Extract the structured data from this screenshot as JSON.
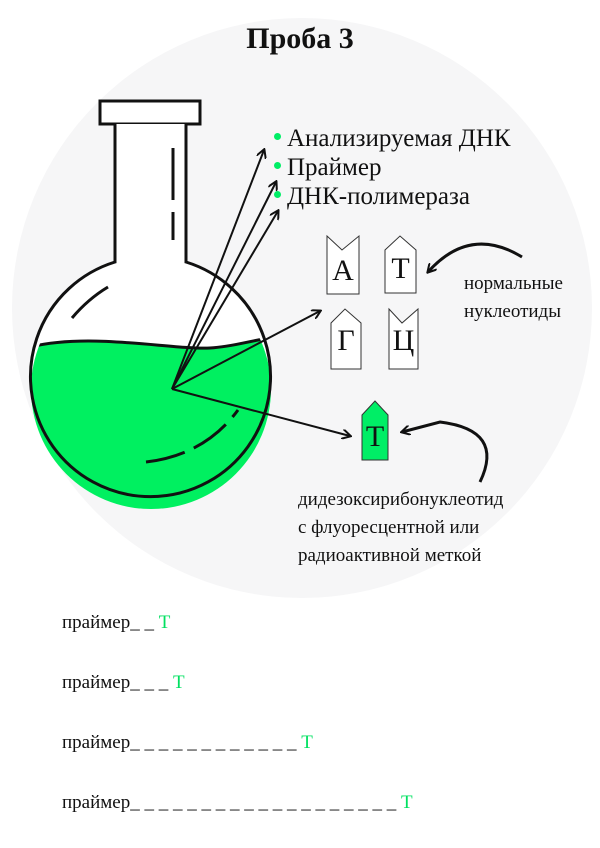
{
  "title": "Проба 3",
  "legend": {
    "items": [
      {
        "label": "Анализируемая ДНК"
      },
      {
        "label": "Праймер"
      },
      {
        "label": "ДНК-полимераза"
      }
    ],
    "bullet_color": "#00ee66"
  },
  "nucleotides": {
    "normal": [
      {
        "letter": "А",
        "shape": "notched"
      },
      {
        "letter": "Т",
        "shape": "pointed"
      },
      {
        "letter": "Г",
        "shape": "pointed"
      },
      {
        "letter": "Ц",
        "shape": "notched"
      }
    ],
    "normal_label_line1": "нормальные",
    "normal_label_line2": "нуклеотиды",
    "labeled": {
      "letter": "Т",
      "fill": "#00ee66"
    },
    "labeled_label_line1": "дидезоксирибонуклеотид",
    "labeled_label_line2": "с флуоресцентной или",
    "labeled_label_line3": "радиоактивной меткой"
  },
  "flask": {
    "liquid_color": "#00f060"
  },
  "fragments": [
    {
      "prefix": "праймер",
      "gaps": "_ _ ",
      "terminal": "Т"
    },
    {
      "prefix": "праймер",
      "gaps": "_ _ _ ",
      "terminal": "Т"
    },
    {
      "prefix": "праймер",
      "gaps": "_ _ _ _ _ _ _ _ _ _ _ _ ",
      "terminal": "Т"
    },
    {
      "prefix": "праймер",
      "gaps": "_ _ _ _ _ _ _ _ _ _ _ _ _ _ _ _ _ _ _ ",
      "terminal": "Т"
    }
  ],
  "terminal_color": "#00e060"
}
